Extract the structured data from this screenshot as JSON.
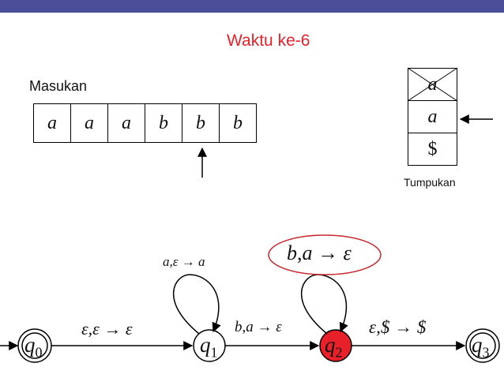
{
  "title": "Waktu ke-6",
  "input": {
    "label": "Masukan",
    "symbols": [
      "a",
      "a",
      "a",
      "b",
      "b",
      "b"
    ],
    "head_index": 4
  },
  "stack": {
    "label": "Tumpukan",
    "cells": [
      {
        "symbol": "a",
        "popped": true
      },
      {
        "symbol": "a",
        "popped": false
      },
      {
        "symbol": "$",
        "popped": false
      }
    ],
    "top_index": 1
  },
  "states": [
    {
      "base": "q",
      "sub": "0",
      "accepting": true,
      "start": true,
      "active": false
    },
    {
      "base": "q",
      "sub": "1",
      "accepting": false,
      "start": false,
      "active": false
    },
    {
      "base": "q",
      "sub": "2",
      "accepting": false,
      "start": false,
      "active": true
    },
    {
      "base": "q",
      "sub": "3",
      "accepting": true,
      "start": false,
      "active": false
    }
  ],
  "transitions": {
    "q0_q1": "ε,ε → ε",
    "q1_loop": "a,ε → a",
    "q1_q2": "b,a → ε",
    "q2_loop": "b,a → ε",
    "q2_q3": "ε,$ → $"
  },
  "colors": {
    "accent": "#e8202a",
    "topbar": "#4b4f9a",
    "active_state": "#e8202a",
    "highlight_ellipse": "#c8282e"
  }
}
